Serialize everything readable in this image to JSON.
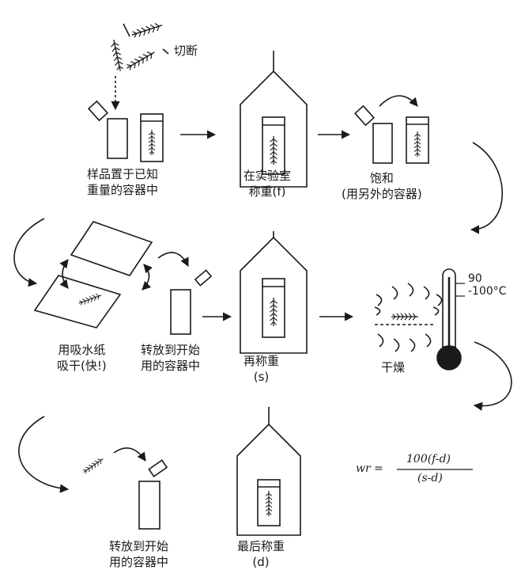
{
  "top": {
    "cut_label": "切断",
    "step1": [
      "样品置于已知",
      "重量的容器中"
    ],
    "step2": [
      "在实验室",
      "称重(f)"
    ],
    "step3": [
      "饱和",
      "(用另外的容器)"
    ]
  },
  "middle": {
    "blot": [
      "用吸水纸",
      "吸干(快!)"
    ],
    "transfer": [
      "转放到开始",
      "用的容器中"
    ],
    "reweigh": [
      "再称重",
      "(s)"
    ],
    "thermometer": [
      "90",
      "-100°C"
    ],
    "dry": "干燥"
  },
  "bottom": {
    "transfer": [
      "转放到开始",
      "用的容器中"
    ],
    "final": [
      "最后称重",
      "(d)"
    ]
  },
  "formula": {
    "lhs": "wr =",
    "numerator": "100(f-d)",
    "denominator": "(s-d)"
  }
}
